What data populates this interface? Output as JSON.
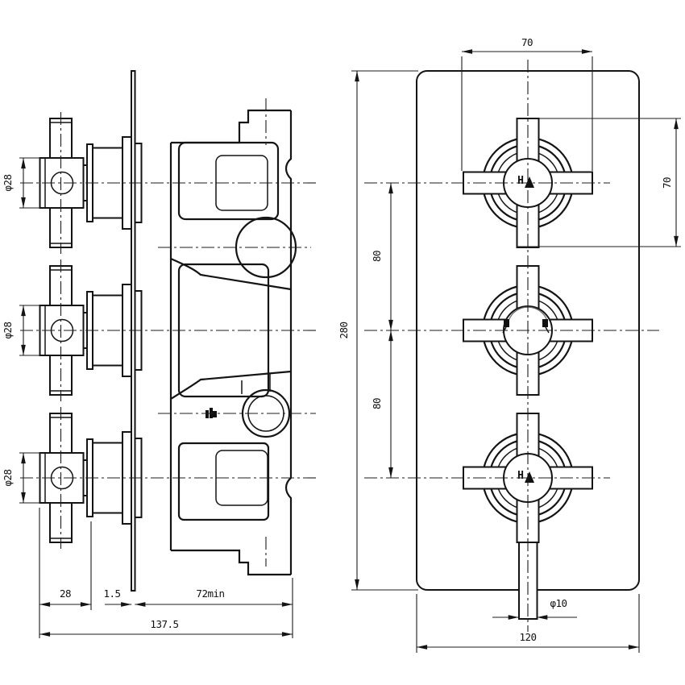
{
  "page": {
    "background": "#ffffff",
    "line_color": "#141414"
  },
  "side_view": {
    "name": "side-elevation",
    "dim_labels": {
      "hub_dia_top": "φ28",
      "hub_dia_mid": "φ28",
      "hub_dia_bottom": "φ28",
      "handle_depth": "28",
      "plate_thickness": "1.5",
      "body_depth": "72min",
      "overall_depth": "137.5"
    }
  },
  "front_view": {
    "name": "front-elevation",
    "dim_labels": {
      "handle_width": "70",
      "handle_height": "70",
      "spacing_upper": "80",
      "spacing_lower": "80",
      "plate_height": "280",
      "stem_dia": "φ10",
      "plate_width": "120"
    },
    "hub_marks": {
      "top": "H",
      "bottom": "H"
    }
  }
}
